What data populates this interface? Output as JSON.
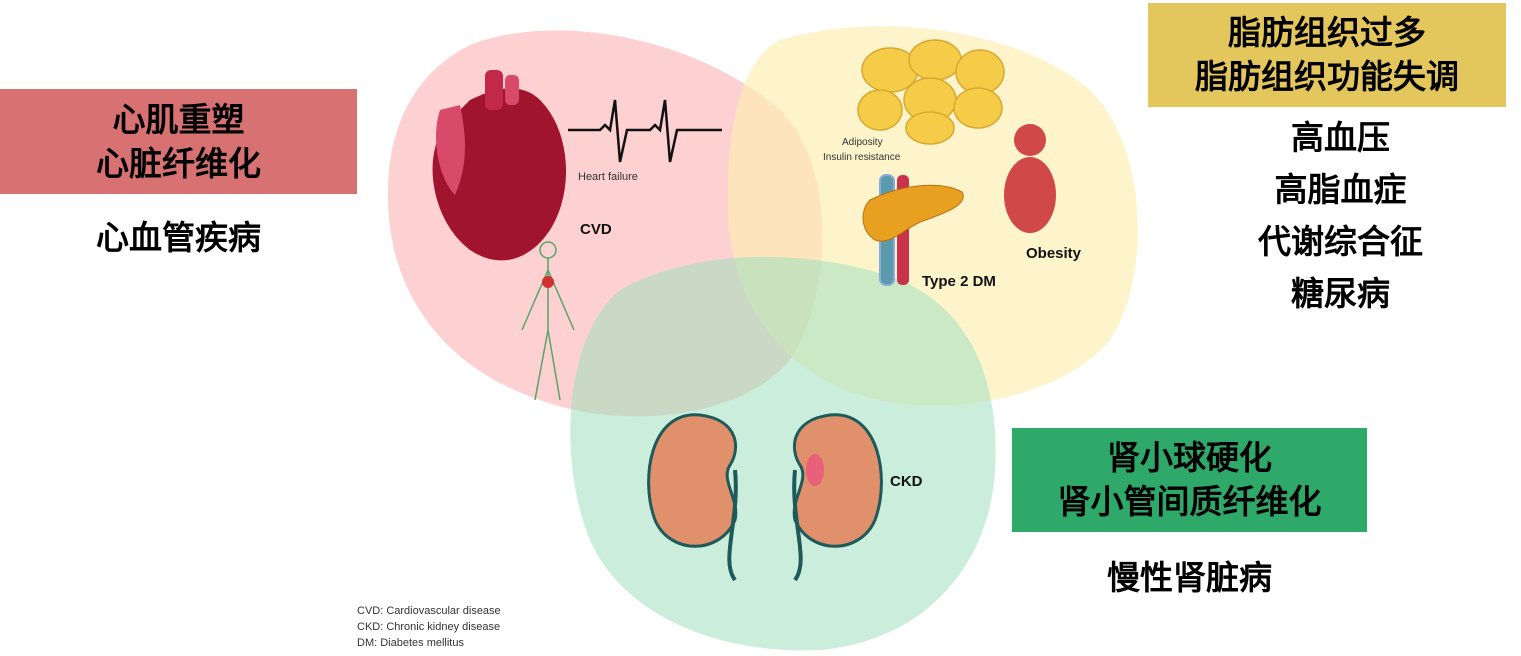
{
  "cvd_box": {
    "line1": "心肌重塑",
    "line2": "心脏纤维化",
    "color": "#d87272"
  },
  "cvd_title": "心血管疾病",
  "adipose_box": {
    "line1": "脂肪组织过多",
    "line2": "脂肪组织功能失调",
    "color": "#e3c65c"
  },
  "metabolic_list": [
    "高血压",
    "高脂血症",
    "代谢综合征",
    "糖尿病"
  ],
  "kidney_box": {
    "line1": "肾小球硬化",
    "line2": "肾小管间质纤维化",
    "color": "#2fa96a"
  },
  "ckd_title": "慢性肾脏病",
  "figure": {
    "heart_failure": "Heart failure",
    "cvd": "CVD",
    "adiposity": "Adiposity",
    "insulin_resistance": "Insulin resistance",
    "obesity": "Obesity",
    "type2dm": "Type 2 DM",
    "ckd": "CKD"
  },
  "legend": [
    "CVD: Cardiovascular disease",
    "CKD: Chronic kidney disease",
    "DM: Diabetes mellitus"
  ]
}
